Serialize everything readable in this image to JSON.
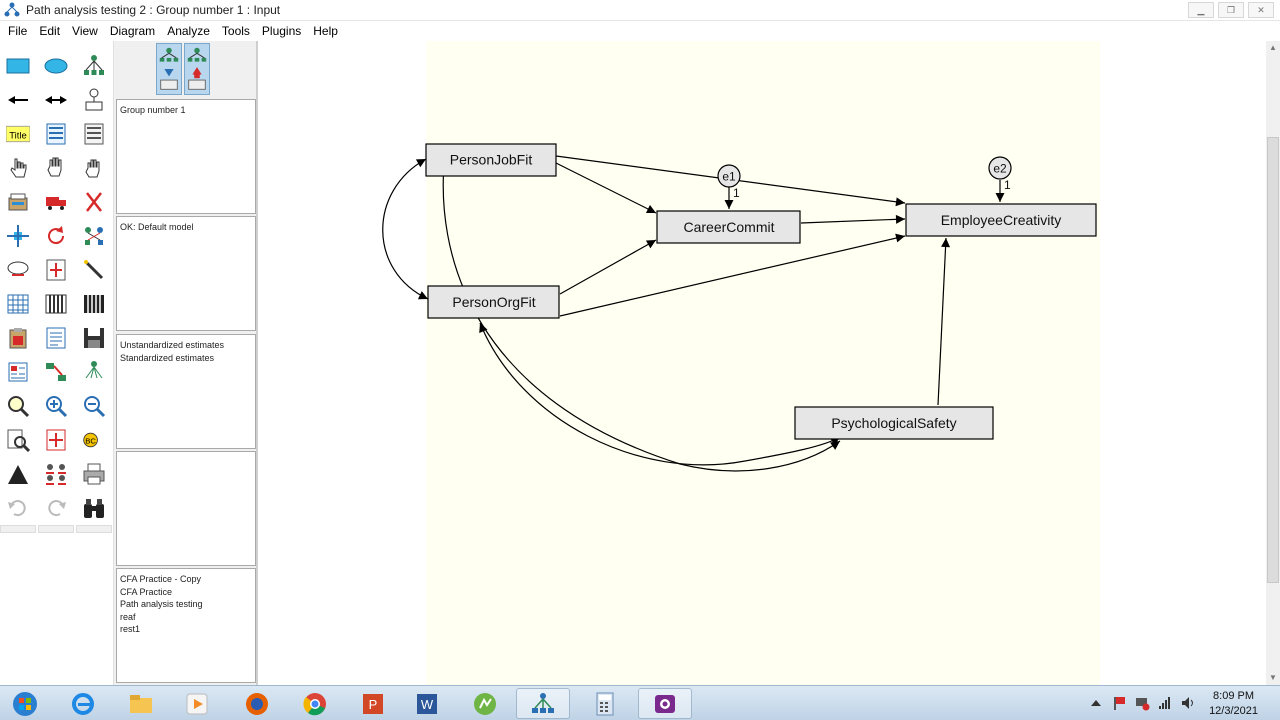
{
  "window": {
    "title": "Path analysis testing 2 : Group number 1 : Input"
  },
  "menu": [
    "File",
    "Edit",
    "View",
    "Diagram",
    "Analyze",
    "Tools",
    "Plugins",
    "Help"
  ],
  "toolbox": {
    "title_tool_label": "Title"
  },
  "panels": {
    "groups": [
      "Group number 1"
    ],
    "models": [
      "OK: Default model"
    ],
    "estimates": [
      "Unstandardized estimates",
      "Standardized estimates"
    ],
    "files": [
      "CFA Practice - Copy",
      "CFA Practice",
      "Path analysis testing",
      "reaf",
      "rest1"
    ]
  },
  "diagram": {
    "observed": {
      "pjf": "PersonJobFit",
      "pof": "PersonOrgFit",
      "cc": "CareerCommit",
      "ec": "EmployeeCreativity",
      "ps": "PsychologicalSafety"
    },
    "errors": {
      "e1": "e1",
      "e2": "e2",
      "e1_weight": "1",
      "e2_weight": "1"
    }
  },
  "taskbar": {
    "time": "8:09 PM",
    "date": "12/3/2021",
    "apps": [
      "start",
      "internet-explorer",
      "file-explorer",
      "media-player",
      "firefox",
      "chrome",
      "powerpoint",
      "word",
      "spss",
      "amos",
      "calculator",
      "camtasia"
    ]
  },
  "colors": {
    "observed_fill": "#e6e6e6",
    "canvas_page": "#fffff2",
    "accent": "#3399ff"
  }
}
